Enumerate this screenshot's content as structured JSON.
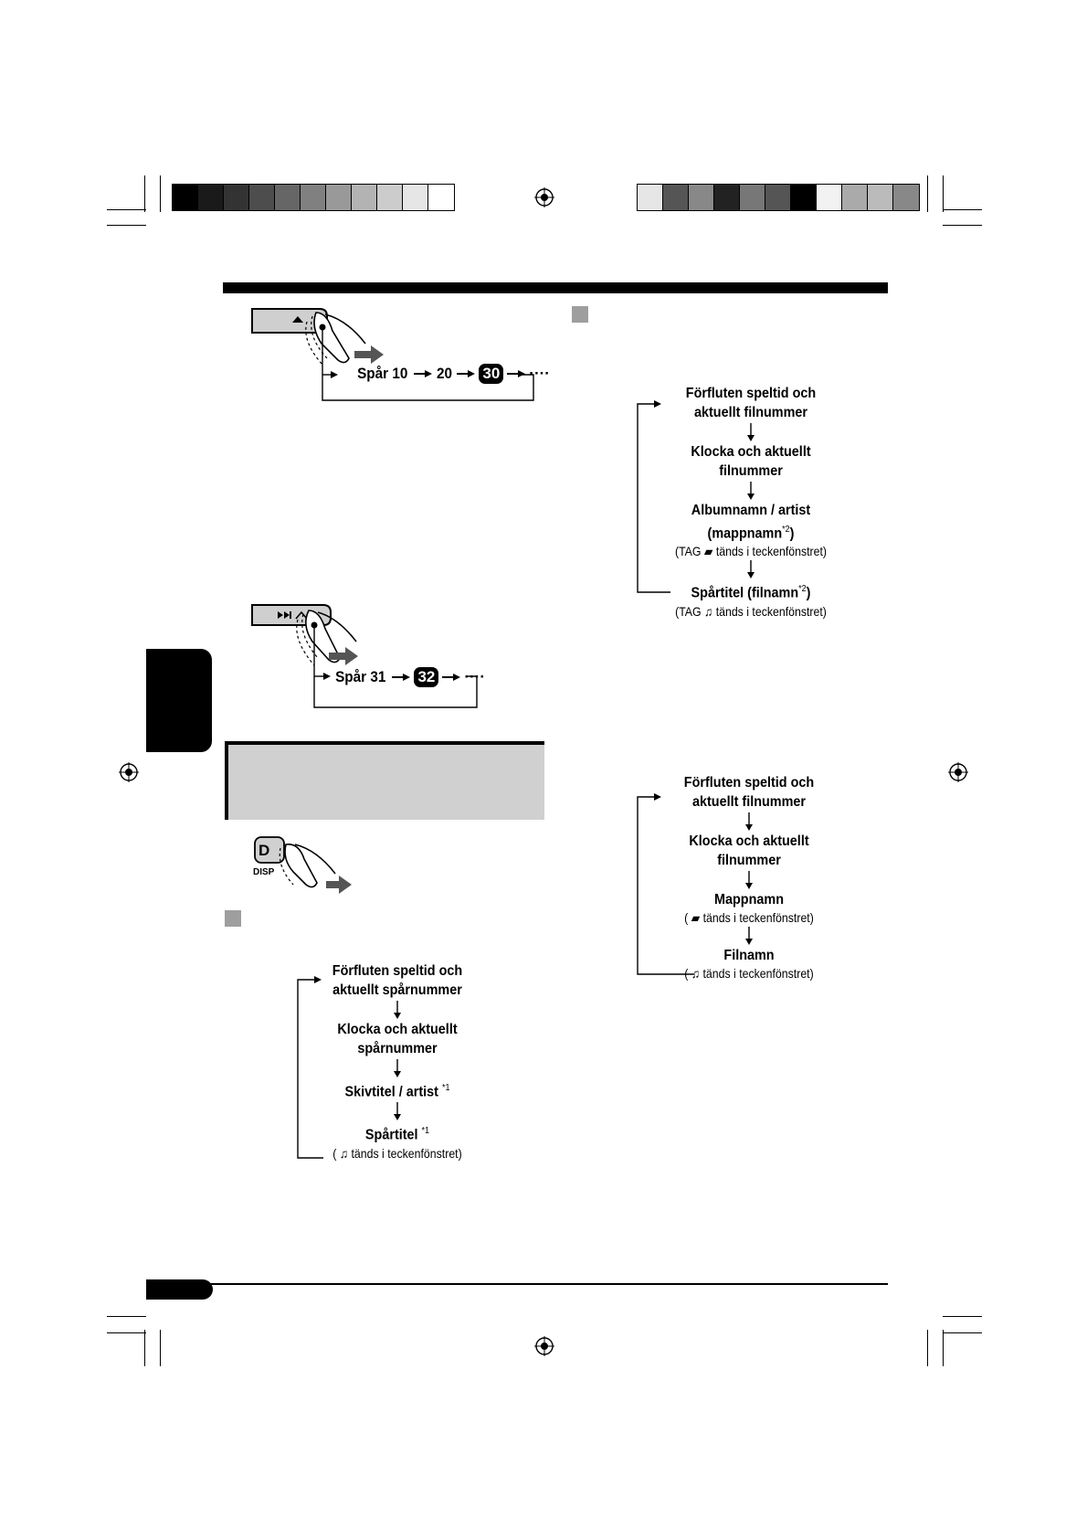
{
  "colors": {
    "bar_left": [
      "#000000",
      "#1a1a1a",
      "#333333",
      "#4d4d4d",
      "#666666",
      "#808080",
      "#999999",
      "#b3b3b3",
      "#cccccc",
      "#e6e6e6",
      "#ffffff"
    ],
    "bar_right": [
      "#e6e6e6",
      "#555555",
      "#888888",
      "#222222",
      "#777777",
      "#555555",
      "#000000",
      "#f2f2f2",
      "#aaaaaa",
      "#bbbbbb",
      "#888888"
    ],
    "gray_box": "#d0d0d0",
    "marker": "#9e9e9e"
  },
  "seq1": {
    "label": "Spår 10",
    "n2": "20",
    "n3": "30",
    "dots": "····"
  },
  "seq2": {
    "label": "Spår 31",
    "n2": "32",
    "dots": "····"
  },
  "disp_button": {
    "key": "D",
    "label": "DISP"
  },
  "flow_cd": {
    "s1a": "Förfluten speltid och",
    "s1b": "aktuellt spårnummer",
    "s2a": "Klocka och aktuellt",
    "s2b": "spårnummer",
    "s3": "Skivtitel / artist",
    "s3_note": "*1",
    "s4": "Spårtitel",
    "s4_note": "*1",
    "s4_sub": "tänds i teckenfönstret"
  },
  "flow_tag": {
    "s1a": "Förfluten speltid och",
    "s1b": "aktuellt filnummer",
    "s2a": "Klocka och aktuellt",
    "s2b": "filnummer",
    "s3a": "Albumnamn / artist",
    "s3b": "(mappnamn",
    "s3_note": "*2",
    "s3_close": ")",
    "s3_sub_pre": "(TAG",
    "s3_sub_post": "tänds i teckenfönstret)",
    "s4": "Spårtitel (filnamn",
    "s4_note": "*2",
    "s4_close": ")",
    "s4_sub_pre": "(TAG",
    "s4_sub_post": "tänds i teckenfönstret)"
  },
  "flow_mp3": {
    "s1a": "Förfluten speltid och",
    "s1b": "aktuellt filnummer",
    "s2a": "Klocka och aktuellt",
    "s2b": "filnummer",
    "s3": "Mappnamn",
    "s3_sub": "tänds i teckenfönstret",
    "s4": "Filnamn",
    "s4_sub": "tänds i teckenfönstret"
  }
}
